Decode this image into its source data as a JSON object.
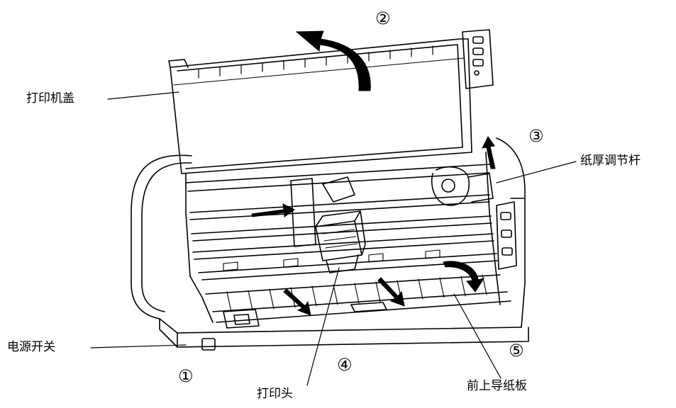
{
  "labels": {
    "cover": "打印机盖",
    "thickness_lever": "纸厚调节杆",
    "power_switch": "电源开关",
    "print_head": "打印头",
    "front_guide": "前上导纸板"
  },
  "steps": {
    "s1": "①",
    "s2": "②",
    "s3": "③",
    "s4": "④",
    "s5": "⑤"
  }
}
